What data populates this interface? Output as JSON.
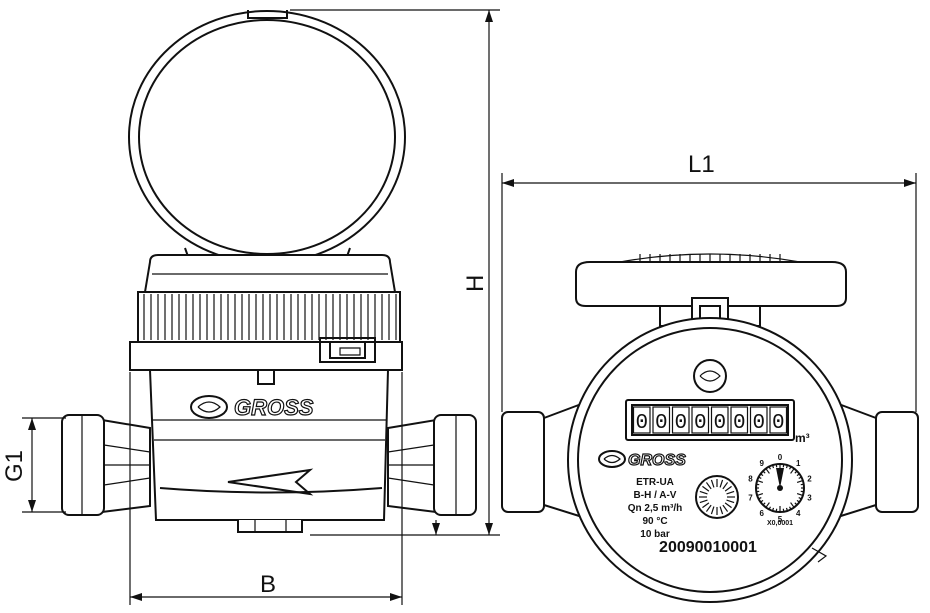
{
  "dimensions": {
    "height": "H",
    "length": "L1",
    "width": "B",
    "thread": "G1"
  },
  "brand": "GROSS",
  "counter": {
    "digits": [
      "0",
      "0",
      "0",
      "0",
      "0",
      "0",
      "0",
      "0"
    ],
    "unit": "m³"
  },
  "face": {
    "model": "ETR-UA",
    "class": "B-H / A-V",
    "flow": "Qn 2,5 m³/h",
    "temperature": "90 °C",
    "pressure": "10 bar",
    "serial": "20090010001",
    "dial_labels": [
      "0",
      "1",
      "2",
      "3",
      "4",
      "5",
      "6",
      "7",
      "8",
      "9"
    ],
    "dial_factor": "X0,0001"
  }
}
